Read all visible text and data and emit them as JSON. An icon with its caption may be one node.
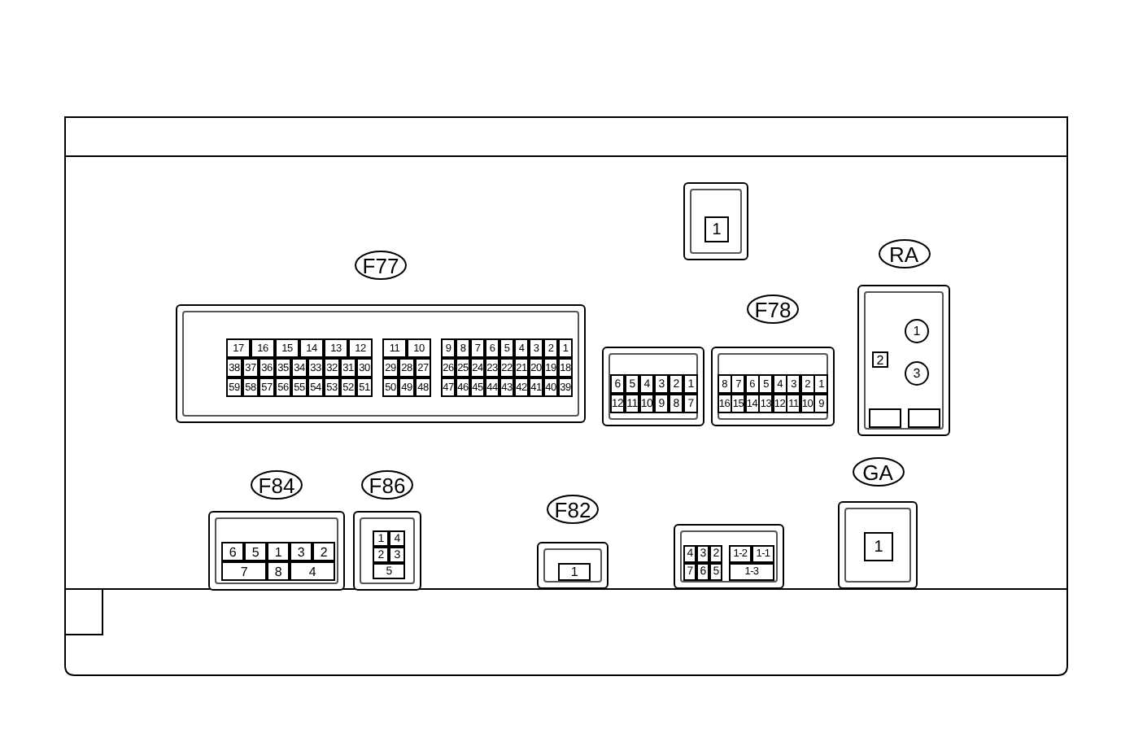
{
  "diagram": {
    "nodes": [
      {
        "text": [
          "1"
        ]
      },
      {
        "text": [
          "RA",
          "1",
          "2",
          "3"
        ]
      },
      {
        "text": [
          "F77",
          "17",
          "16",
          "15",
          "14",
          "13",
          "12",
          "11",
          "10",
          "9",
          "8",
          "7",
          "6",
          "5",
          "4",
          "3",
          "2",
          "1",
          "38",
          "37",
          "36",
          "35",
          "34",
          "33",
          "32",
          "31",
          "30",
          "29",
          "28",
          "27",
          "26",
          "25",
          "24",
          "23",
          "22",
          "21",
          "20",
          "19",
          "18",
          "59",
          "58",
          "57",
          "56",
          "55",
          "54",
          "53",
          "52",
          "51",
          "50",
          "49",
          "48",
          "47",
          "46",
          "45",
          "44",
          "43",
          "42",
          "41",
          "40",
          "39"
        ]
      },
      {
        "text": [
          "6",
          "5",
          "4",
          "3",
          "2",
          "1",
          "12",
          "11",
          "10",
          "9",
          "8",
          "7"
        ]
      },
      {
        "text": [
          "F78",
          "8",
          "7",
          "6",
          "5",
          "4",
          "3",
          "2",
          "1",
          "16",
          "15",
          "14",
          "13",
          "12",
          "11",
          "10",
          "9"
        ]
      },
      {
        "text": [
          "F84",
          "6",
          "5",
          "1",
          "3",
          "2",
          "7",
          "8",
          "4"
        ]
      },
      {
        "text": [
          "F86",
          "1",
          "4",
          "2",
          "3",
          "5"
        ]
      },
      {
        "text": [
          "F82",
          "1"
        ]
      },
      {
        "text": [
          "4",
          "3",
          "2",
          "1-2",
          "1-1",
          "7",
          "6",
          "5",
          "1-3"
        ]
      },
      {
        "text": [
          "GA",
          "1"
        ]
      }
    ]
  }
}
